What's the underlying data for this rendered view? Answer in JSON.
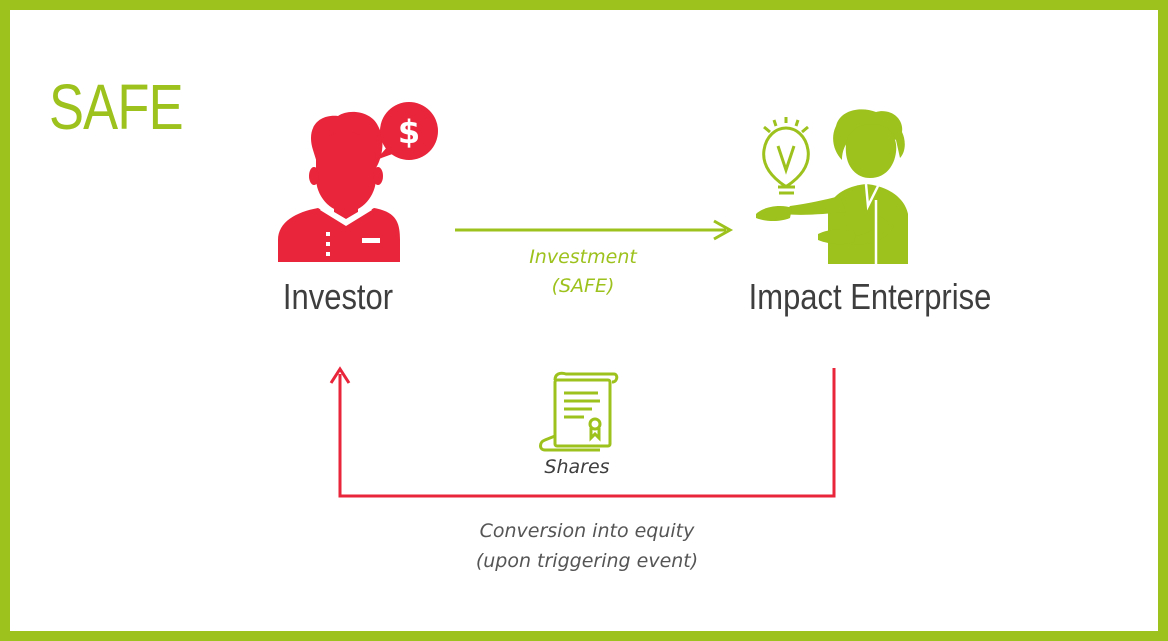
{
  "title": "SAFE",
  "nodes": {
    "investor": {
      "label": "Investor"
    },
    "enterprise": {
      "label": "Impact Enterprise"
    }
  },
  "flows": {
    "investment": {
      "line1": "Investment",
      "line2": "(SAFE)"
    },
    "shares": {
      "label": "Shares"
    },
    "conversion": {
      "line1": "Conversion into equity",
      "line2": "(upon triggering event)"
    }
  },
  "colors": {
    "green": "#9dc11d",
    "red": "#e8253a",
    "text": "#3e3e3e",
    "muted": "#555555"
  },
  "icons": {
    "investor": "investor-person-icon",
    "dollar": "dollar-speech-bubble-icon",
    "enterprise": "entrepreneur-person-icon",
    "idea": "lightbulb-icon",
    "shares": "share-certificate-scroll-icon"
  }
}
